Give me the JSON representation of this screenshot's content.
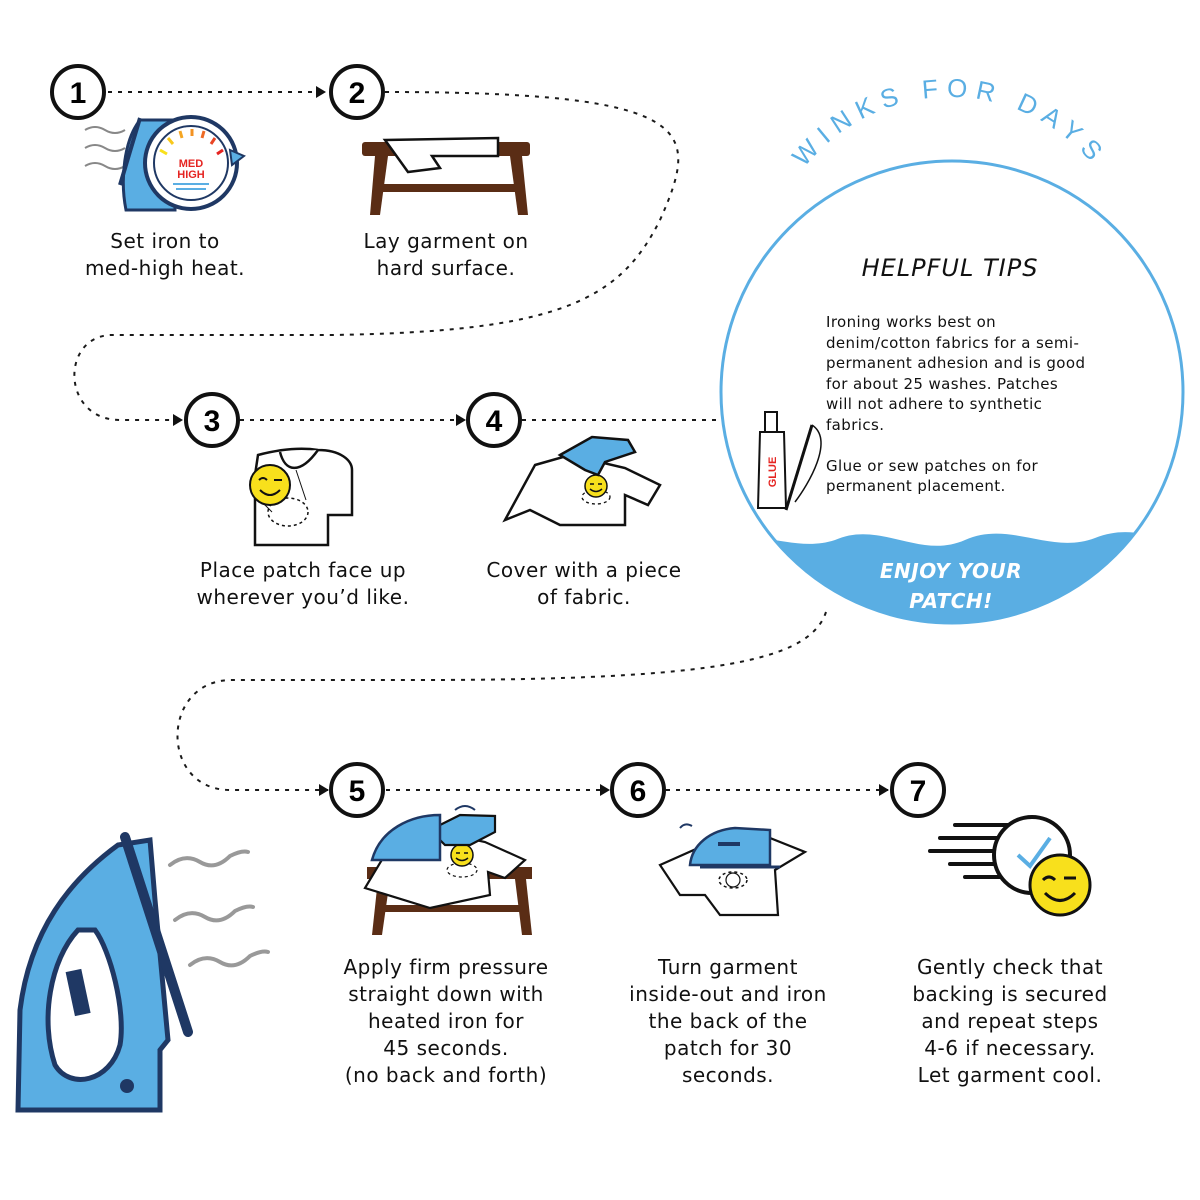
{
  "brand": "WINKS FOR DAYS",
  "tips": {
    "title": "HELPFUL TIPS",
    "body": "Ironing works best on denim/cotton fabrics for a semi-permanent adhesion and is good for about 25 washes. Patches will not adhere to synthetic fabrics.\n\nGlue or sew patches on for permanent placement.",
    "glue_label": "GLUE",
    "closing": "ENJOY YOUR\nPATCH!"
  },
  "heat_dial": {
    "line1": "MED",
    "line2": "HIGH"
  },
  "steps": [
    {
      "number": "1",
      "text": "Set iron to\nmed-high heat."
    },
    {
      "number": "2",
      "text": "Lay garment on\nhard surface."
    },
    {
      "number": "3",
      "text": "Place patch face up\nwherever you’d like."
    },
    {
      "number": "4",
      "text": "Cover with a piece\nof fabric."
    },
    {
      "number": "5",
      "text": "Apply firm pressure\nstraight down with\nheated iron for\n45 seconds.\n(no back and forth)"
    },
    {
      "number": "6",
      "text": "Turn garment\ninside-out and iron\nthe back of the\npatch for 30\nseconds."
    },
    {
      "number": "7",
      "text": "Gently check that\nbacking is secured\nand repeat steps\n4-6 if necessary.\nLet garment cool."
    }
  ],
  "colors": {
    "blue": "#5aaee3",
    "navy": "#1f3864",
    "brown": "#5a2d15",
    "yellow": "#f8e01c",
    "red": "#e52421"
  }
}
